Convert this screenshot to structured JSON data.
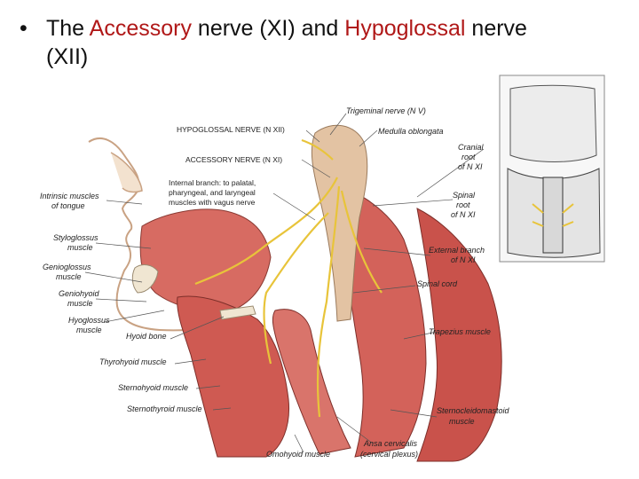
{
  "slide": {
    "bullet": "•",
    "title_parts": [
      "The ",
      "Accessory",
      " nerve (XI) and  ",
      "Hypoglossal",
      " nerve"
    ],
    "title_line2": "(XII)",
    "accent_color": "#b01818"
  },
  "labels": {
    "trigeminal": "Trigeminal nerve (N V)",
    "hypoglossal": "HYPOGLOSSAL NERVE (N XII)",
    "medulla": "Medulla oblongata",
    "accessory": "ACCESSORY NERVE (N XI)",
    "cranial_root_1": "Cranial",
    "cranial_root_2": "root",
    "cranial_root_3": "of N XI",
    "internal_branch_1": "Internal branch: to palatal,",
    "internal_branch_2": "pharyngeal, and laryngeal",
    "internal_branch_3": "muscles with vagus nerve",
    "intrinsic_1": "Intrinsic muscles",
    "intrinsic_2": "of tongue",
    "spinal_root_1": "Spinal",
    "spinal_root_2": "root",
    "spinal_root_3": "of N XI",
    "styloglossus_1": "Styloglossus",
    "styloglossus_2": "muscle",
    "external_branch_1": "External branch",
    "external_branch_2": "of N XI",
    "genioglossus_1": "Genioglossus",
    "genioglossus_2": "muscle",
    "spinal_cord": "Spinal cord",
    "geniohyoid_1": "Geniohyoid",
    "geniohyoid_2": "muscle",
    "hyoglossus_1": "Hyoglossus",
    "hyoglossus_2": "muscle",
    "hyoid_bone": "Hyoid bone",
    "trapezius": "Trapezius muscle",
    "thyrohyoid": "Thyrohyoid muscle",
    "sternohyoid": "Sternohyoid muscle",
    "sternothyroid": "Sternothyroid muscle",
    "sternocleido_1": "Sternocleidomastoid",
    "sternocleido_2": "muscle",
    "ansa_1": "Ansa cervicalis",
    "ansa_2": "(cervical plexus)",
    "omohyoid": "Omohyoid muscle"
  }
}
